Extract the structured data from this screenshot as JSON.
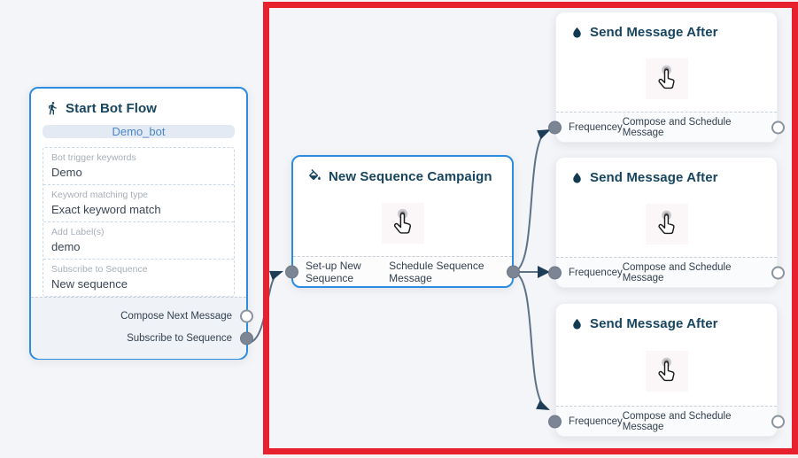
{
  "colors": {
    "canvas_bg": "#f4f5f8",
    "node_border_blue": "#2b8ce0",
    "title_text": "#17455f",
    "edge": "#5d7187",
    "arrowhead": "#1d3c58",
    "connector_fill": "#7b8594",
    "highlight_red": "#e8212e",
    "button_bg": "#e3eaf3",
    "button_text": "#4a86c8"
  },
  "nodes": {
    "start_bot_flow": {
      "icon": "walking-person-icon",
      "title": "Start Bot Flow",
      "button_label": "Demo_bot",
      "fields": [
        {
          "label": "Bot trigger keywords",
          "value": "Demo"
        },
        {
          "label": "Keyword matching type",
          "value": "Exact keyword match"
        },
        {
          "label": "Add Label(s)",
          "value": "demo"
        },
        {
          "label": "Subscribe to Sequence",
          "value": "New sequence"
        }
      ],
      "outputs": [
        {
          "label": "Compose Next Message",
          "connected": false
        },
        {
          "label": "Subscribe to Sequence",
          "connected": true
        }
      ]
    },
    "new_sequence_campaign": {
      "icon": "paint-bucket-icon",
      "title": "New Sequence Campaign",
      "body_icon": "hand-cursor-icon",
      "input_label": "Set-up New Sequence",
      "output_label": "Schedule Sequence Message"
    },
    "send_message_after": [
      {
        "icon": "droplet-icon",
        "title": "Send Message After",
        "body_icon": "hand-cursor-icon",
        "input_label": "Frequencey",
        "output_label": "Compose and Schedule Message",
        "output_connected": false
      },
      {
        "icon": "droplet-icon",
        "title": "Send Message After",
        "body_icon": "hand-cursor-icon",
        "input_label": "Frequencey",
        "output_label": "Compose and Schedule Message",
        "output_connected": false
      },
      {
        "icon": "droplet-icon",
        "title": "Send Message After",
        "body_icon": "hand-cursor-icon",
        "input_label": "Frequencey",
        "output_label": "Compose and Schedule Message",
        "output_connected": false
      }
    ]
  },
  "edges": [
    {
      "from": "start_bot_flow.subscribe_to_sequence",
      "to": "new_sequence_campaign.setup_new_sequence"
    },
    {
      "from": "new_sequence_campaign.schedule_sequence_message",
      "to": "send_message_after.0.frequencey"
    },
    {
      "from": "new_sequence_campaign.schedule_sequence_message",
      "to": "send_message_after.1.frequencey"
    },
    {
      "from": "new_sequence_campaign.schedule_sequence_message",
      "to": "send_message_after.2.frequencey"
    }
  ]
}
